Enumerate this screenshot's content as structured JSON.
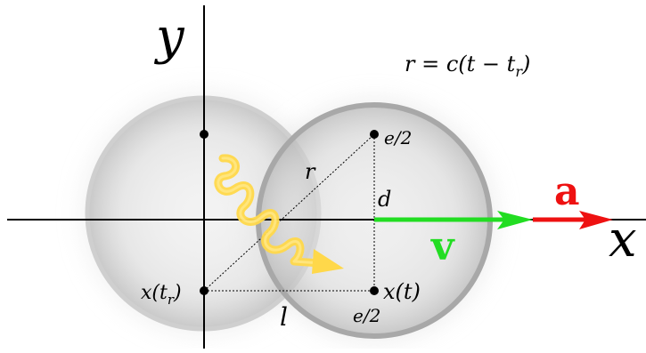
{
  "labels": {
    "x_axis": "x",
    "y_axis": "y",
    "equation": "r = c(t − t",
    "equation_sub": "r",
    "equation_close": ")",
    "point_top": "e/2",
    "point_bottom": "e/2",
    "r_label": "r",
    "d_label": "d",
    "l_label": "l",
    "x_t": "x(t)",
    "x_tr_main": "x(t",
    "x_tr_sub": "r",
    "x_tr_close": ")",
    "accel_label": "a",
    "velocity_label": "v"
  },
  "colors": {
    "accel": "#ee1111",
    "velocity": "#22dd22",
    "photon": "#ffd84a",
    "axis": "#000000",
    "sphere_stroke": "#a8a8a8",
    "sphere_fill": "#d8d8d8"
  },
  "icons": {
    "photon": "wavy-photon-arrow",
    "point": "filled-dot"
  }
}
